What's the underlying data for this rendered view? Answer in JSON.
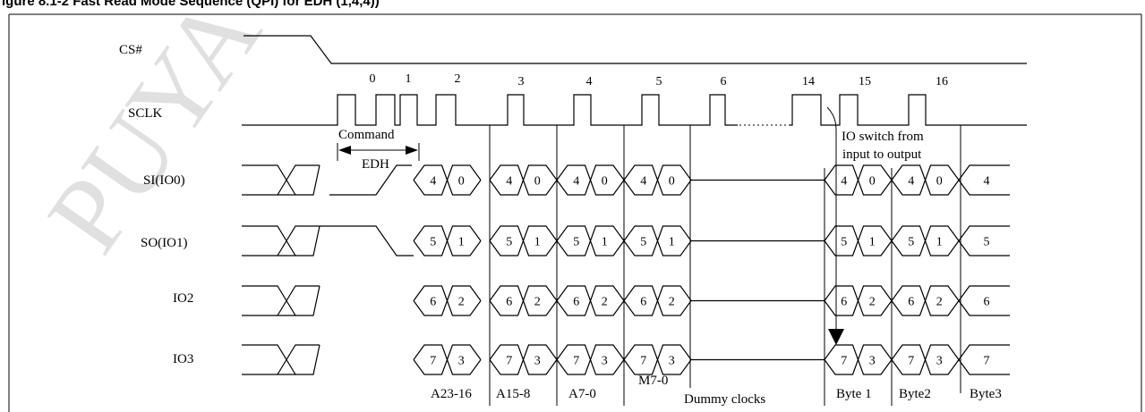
{
  "caption": "igure 8.1-2 Fast Read Mode Sequence (QPI) for EDH (1,4,4))",
  "watermark": "PUYA",
  "signals": [
    "CS#",
    "SCLK",
    "SI(IO0)",
    "SO(IO1)",
    "IO2",
    "IO3"
  ],
  "clock_numbers": [
    "0",
    "1",
    "2",
    "3",
    "4",
    "5",
    "6",
    "14",
    "15",
    "16"
  ],
  "command_label": "Command",
  "command_code": "EDH",
  "io_switch_lines": [
    "IO switch from",
    "input to output"
  ],
  "bus_bits": {
    "SI(IO0)": [
      "4",
      "0"
    ],
    "SO(IO1)": [
      "5",
      "1"
    ],
    "IO2": [
      "6",
      "2"
    ],
    "IO3": [
      "7",
      "3"
    ]
  },
  "bus_final": {
    "SI(IO0)": "4",
    "SO(IO1)": "5",
    "IO2": "6",
    "IO3": "7"
  },
  "phases": [
    "A23-16",
    "A15-8",
    "A7-0",
    "M7-0",
    "Dummy clocks",
    "Byte 1",
    "Byte2",
    "Byte3"
  ]
}
